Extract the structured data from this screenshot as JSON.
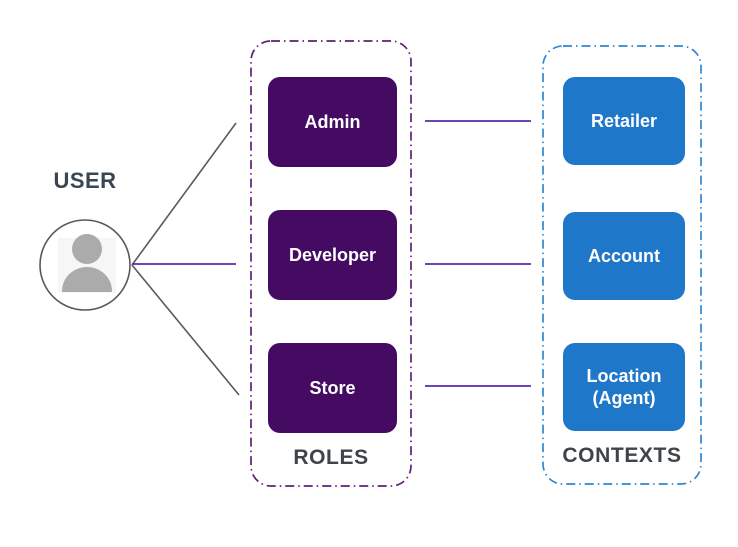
{
  "diagram": {
    "title": "User roles and contexts diagram",
    "user": {
      "label": "USER",
      "icon": "person-icon"
    },
    "roles": {
      "title": "ROLES",
      "items": [
        {
          "label": "Admin"
        },
        {
          "label": "Developer"
        },
        {
          "label": "Store"
        }
      ]
    },
    "contexts": {
      "title": "CONTEXTS",
      "items": [
        {
          "label": "Retailer"
        },
        {
          "label": "Account"
        },
        {
          "label": "Location (Agent)"
        }
      ]
    },
    "connections": [
      {
        "from": "USER",
        "to": "Admin"
      },
      {
        "from": "USER",
        "to": "Developer"
      },
      {
        "from": "USER",
        "to": "Store"
      },
      {
        "from": "Admin",
        "to": "Retailer"
      },
      {
        "from": "Developer",
        "to": "Account"
      },
      {
        "from": "Store",
        "to": "Location (Agent)"
      }
    ],
    "colors": {
      "role_box_fill": "#450b63",
      "context_box_fill": "#1e77c8",
      "roles_group_border": "#5d2175",
      "contexts_group_border": "#2e86d2",
      "connector_purple": "#5a2ca8",
      "connector_gray": "#595959",
      "user_icon_gray": "#ababab",
      "group_label_text": "#3f4449",
      "user_label_text": "#3a4753",
      "node_text": "#ffffff"
    }
  }
}
